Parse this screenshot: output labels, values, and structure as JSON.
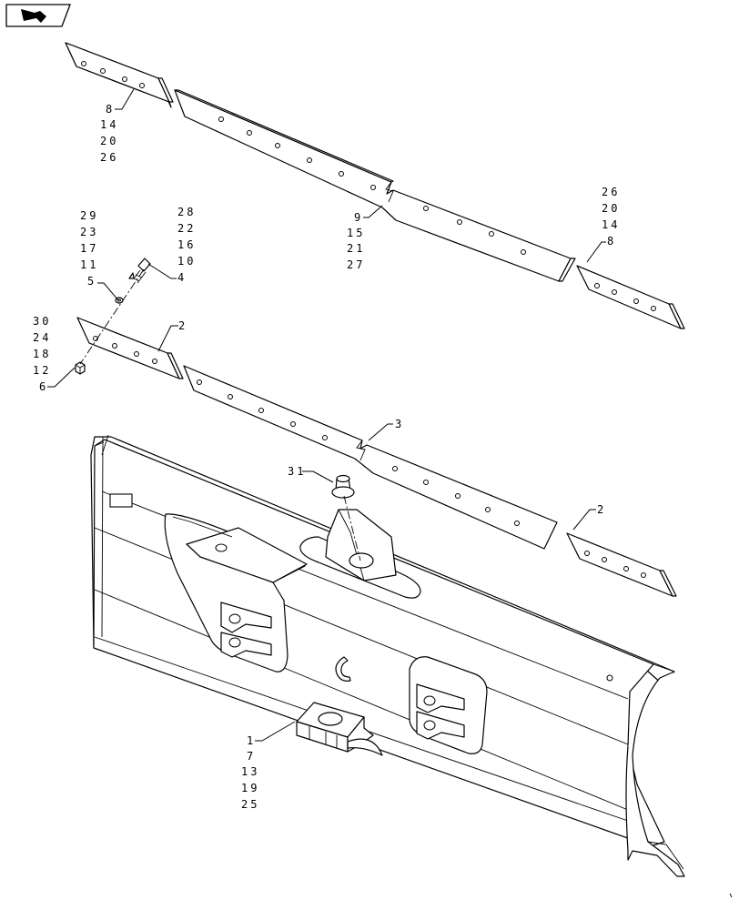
{
  "nav": {
    "icon": "return-arrow-icon"
  },
  "callouts": {
    "c1": [
      "8",
      "14",
      "20",
      "26"
    ],
    "c2": [
      "9",
      "15",
      "21",
      "27"
    ],
    "c3": [
      "26",
      "20",
      "14",
      "8"
    ],
    "c4": [
      "29",
      "23",
      "17",
      "11",
      "5"
    ],
    "c5": [
      "28",
      "22",
      "16",
      "10",
      "4"
    ],
    "c6": [
      "30",
      "24",
      "18",
      "12",
      "6"
    ],
    "c7": [
      "2"
    ],
    "c8": [
      "3"
    ],
    "c9": [
      "31"
    ],
    "c10": [
      "2"
    ],
    "c11": [
      "1",
      "7",
      "13",
      "19",
      "25"
    ]
  },
  "colors": {
    "line": "#000000",
    "paper": "#ffffff"
  }
}
